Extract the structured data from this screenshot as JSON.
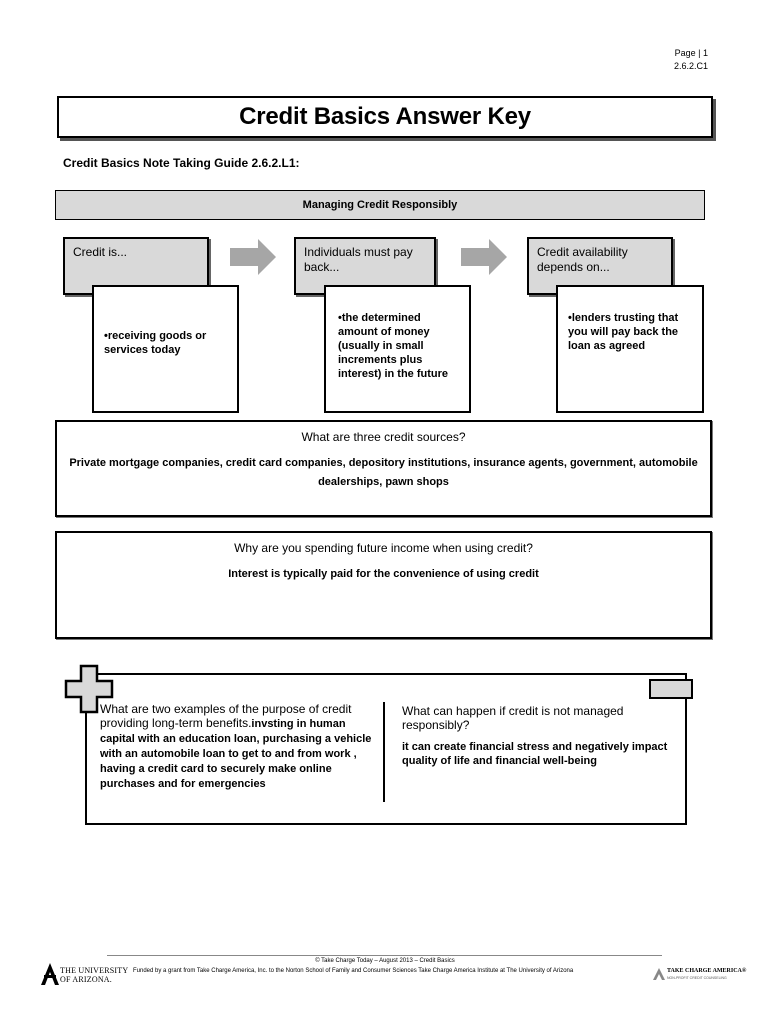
{
  "header": {
    "page_label": "Page | 1",
    "doc_code": "2.6.2.C1"
  },
  "title": "Credit Basics Answer Key",
  "subtitle": "Credit Basics Note Taking Guide 2.6.2.L1:",
  "section": "Managing Credit Responsibly",
  "flow": [
    {
      "heading": "Credit is...",
      "answer": "•receiving goods or services today"
    },
    {
      "heading": "Individuals must pay back...",
      "answer": "•the determined amount of money (usually in small increments plus interest) in the future"
    },
    {
      "heading": "Credit availability depends on...",
      "answer": "•lenders trusting that you will pay back the loan as agreed"
    }
  ],
  "q1": {
    "question": "What are three credit sources?",
    "answer": "Private mortgage companies, credit card companies, depository institutions, insurance agents, government, automobile dealerships, pawn shops"
  },
  "q2": {
    "question": "Why are you spending future income when using credit?",
    "answer": "Interest is typically paid for the convenience of using credit"
  },
  "q3": {
    "question": "What are two examples of the purpose of credit providing long-term benefits.",
    "answer": "invsting in human capital with an education loan, purchasing a vehicle with an automobile loan to get to and from work , having a credit card to securely make online purchases and for emergencies"
  },
  "q4": {
    "question": "What can happen if credit is not managed responsibly?",
    "answer": "it can create financial stress and negatively impact quality of life and financial well-being"
  },
  "footer": {
    "copyright": "© Take Charge Today – August 2013 – Credit Basics",
    "funded": "Funded by a grant from Take Charge America, Inc. to the Norton School of Family and Consumer Sciences Take Charge America Institute at The University of Arizona",
    "ua_line1": "THE UNIVERSITY",
    "ua_line2": "OF ARIZONA.",
    "tca_name": "TAKE CHARGE AMERICA®",
    "tca_tagline": "NON-PROFIT CREDIT COUNSELING"
  },
  "icons": [
    "right-arrow-icon",
    "plus-icon",
    "ua-logo-icon",
    "tca-logo-icon"
  ],
  "colors": {
    "box_fill": "#d9d9d9",
    "arrow_fill": "#a6a6a6"
  }
}
